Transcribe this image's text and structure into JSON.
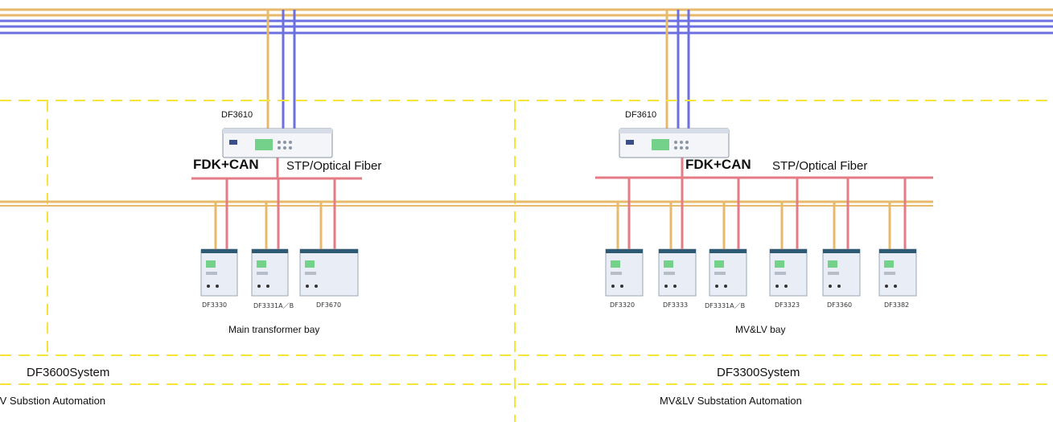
{
  "colors": {
    "bus_tan": "#e8b96a",
    "bus_blue": "#6b6fe0",
    "bus_red": "#e57b84",
    "dash_yellow": "#f5e53a",
    "device_body": "#e9eef6",
    "device_top": "#2f5a73",
    "display_green": "#74d18a"
  },
  "left": {
    "controller": "DF3610",
    "protocol": "FDK+CAN",
    "medium": "STP/Optical Fiber",
    "devices": [
      "DF3330",
      "DF3331A／B",
      "DF3670"
    ],
    "bay": "Main transformer bay",
    "system": "DF3600System",
    "automation": "IV Substion Automation"
  },
  "right": {
    "controller": "DF3610",
    "protocol": "FDK+CAN",
    "medium": "STP/Optical Fiber",
    "devices": [
      "DF3320",
      "DF3333",
      "DF3331A／B",
      "DF3323",
      "DF3360",
      "DF3382"
    ],
    "bay": "MV&LV bay",
    "system": "DF3300System",
    "automation": "MV&LV Substation Automation"
  }
}
